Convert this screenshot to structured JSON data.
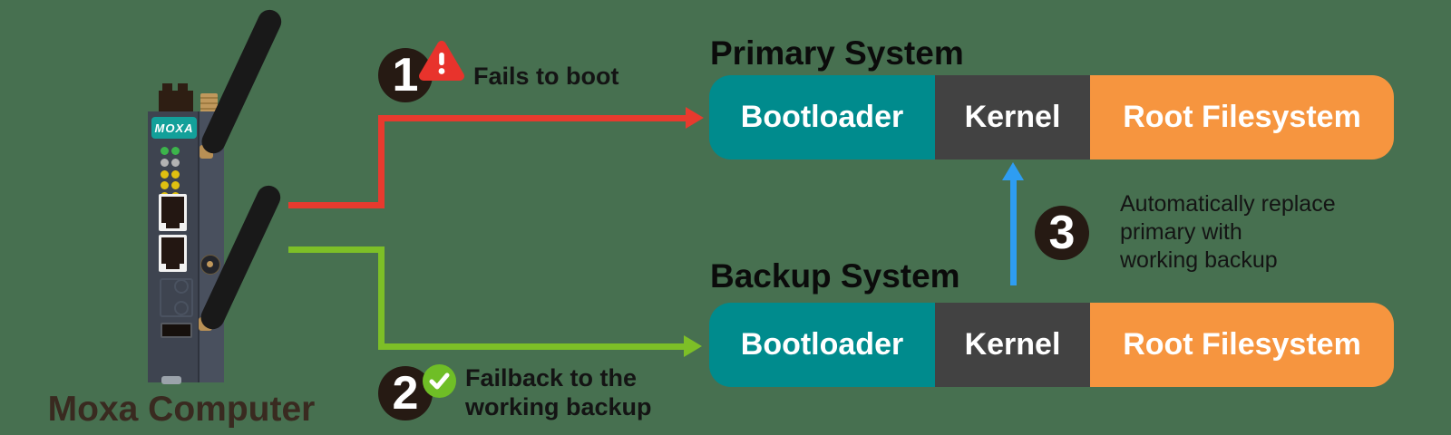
{
  "background_color": "#477050",
  "device": {
    "logo": "MOXA",
    "label": "Moxa Computer"
  },
  "steps": [
    {
      "number": "1",
      "icon": "warning",
      "lines": [
        "Fails to boot"
      ],
      "arrow_color": "#e83a2e"
    },
    {
      "number": "2",
      "icon": "check",
      "lines": [
        "Failback to the",
        "working backup"
      ],
      "arrow_color": "#7dbf27"
    },
    {
      "number": "3",
      "icon": null,
      "lines": [
        "Automatically replace",
        "primary with",
        "working backup"
      ],
      "arrow_color": "#2e9df2"
    }
  ],
  "systems": [
    {
      "title": "Primary System",
      "segments": [
        "Bootloader",
        "Kernel",
        "Root Filesystem"
      ]
    },
    {
      "title": "Backup System",
      "segments": [
        "Bootloader",
        "Kernel",
        "Root Filesystem"
      ]
    }
  ],
  "colors": {
    "bootloader": "#008b8d",
    "kernel": "#424242",
    "root_filesystem": "#f6953f",
    "badge": "#261a13",
    "warning_icon": "#e8332c",
    "check_icon": "#6fbe26",
    "device_body": "#3e4450",
    "moxa_logo_teal": "#13a09a"
  }
}
